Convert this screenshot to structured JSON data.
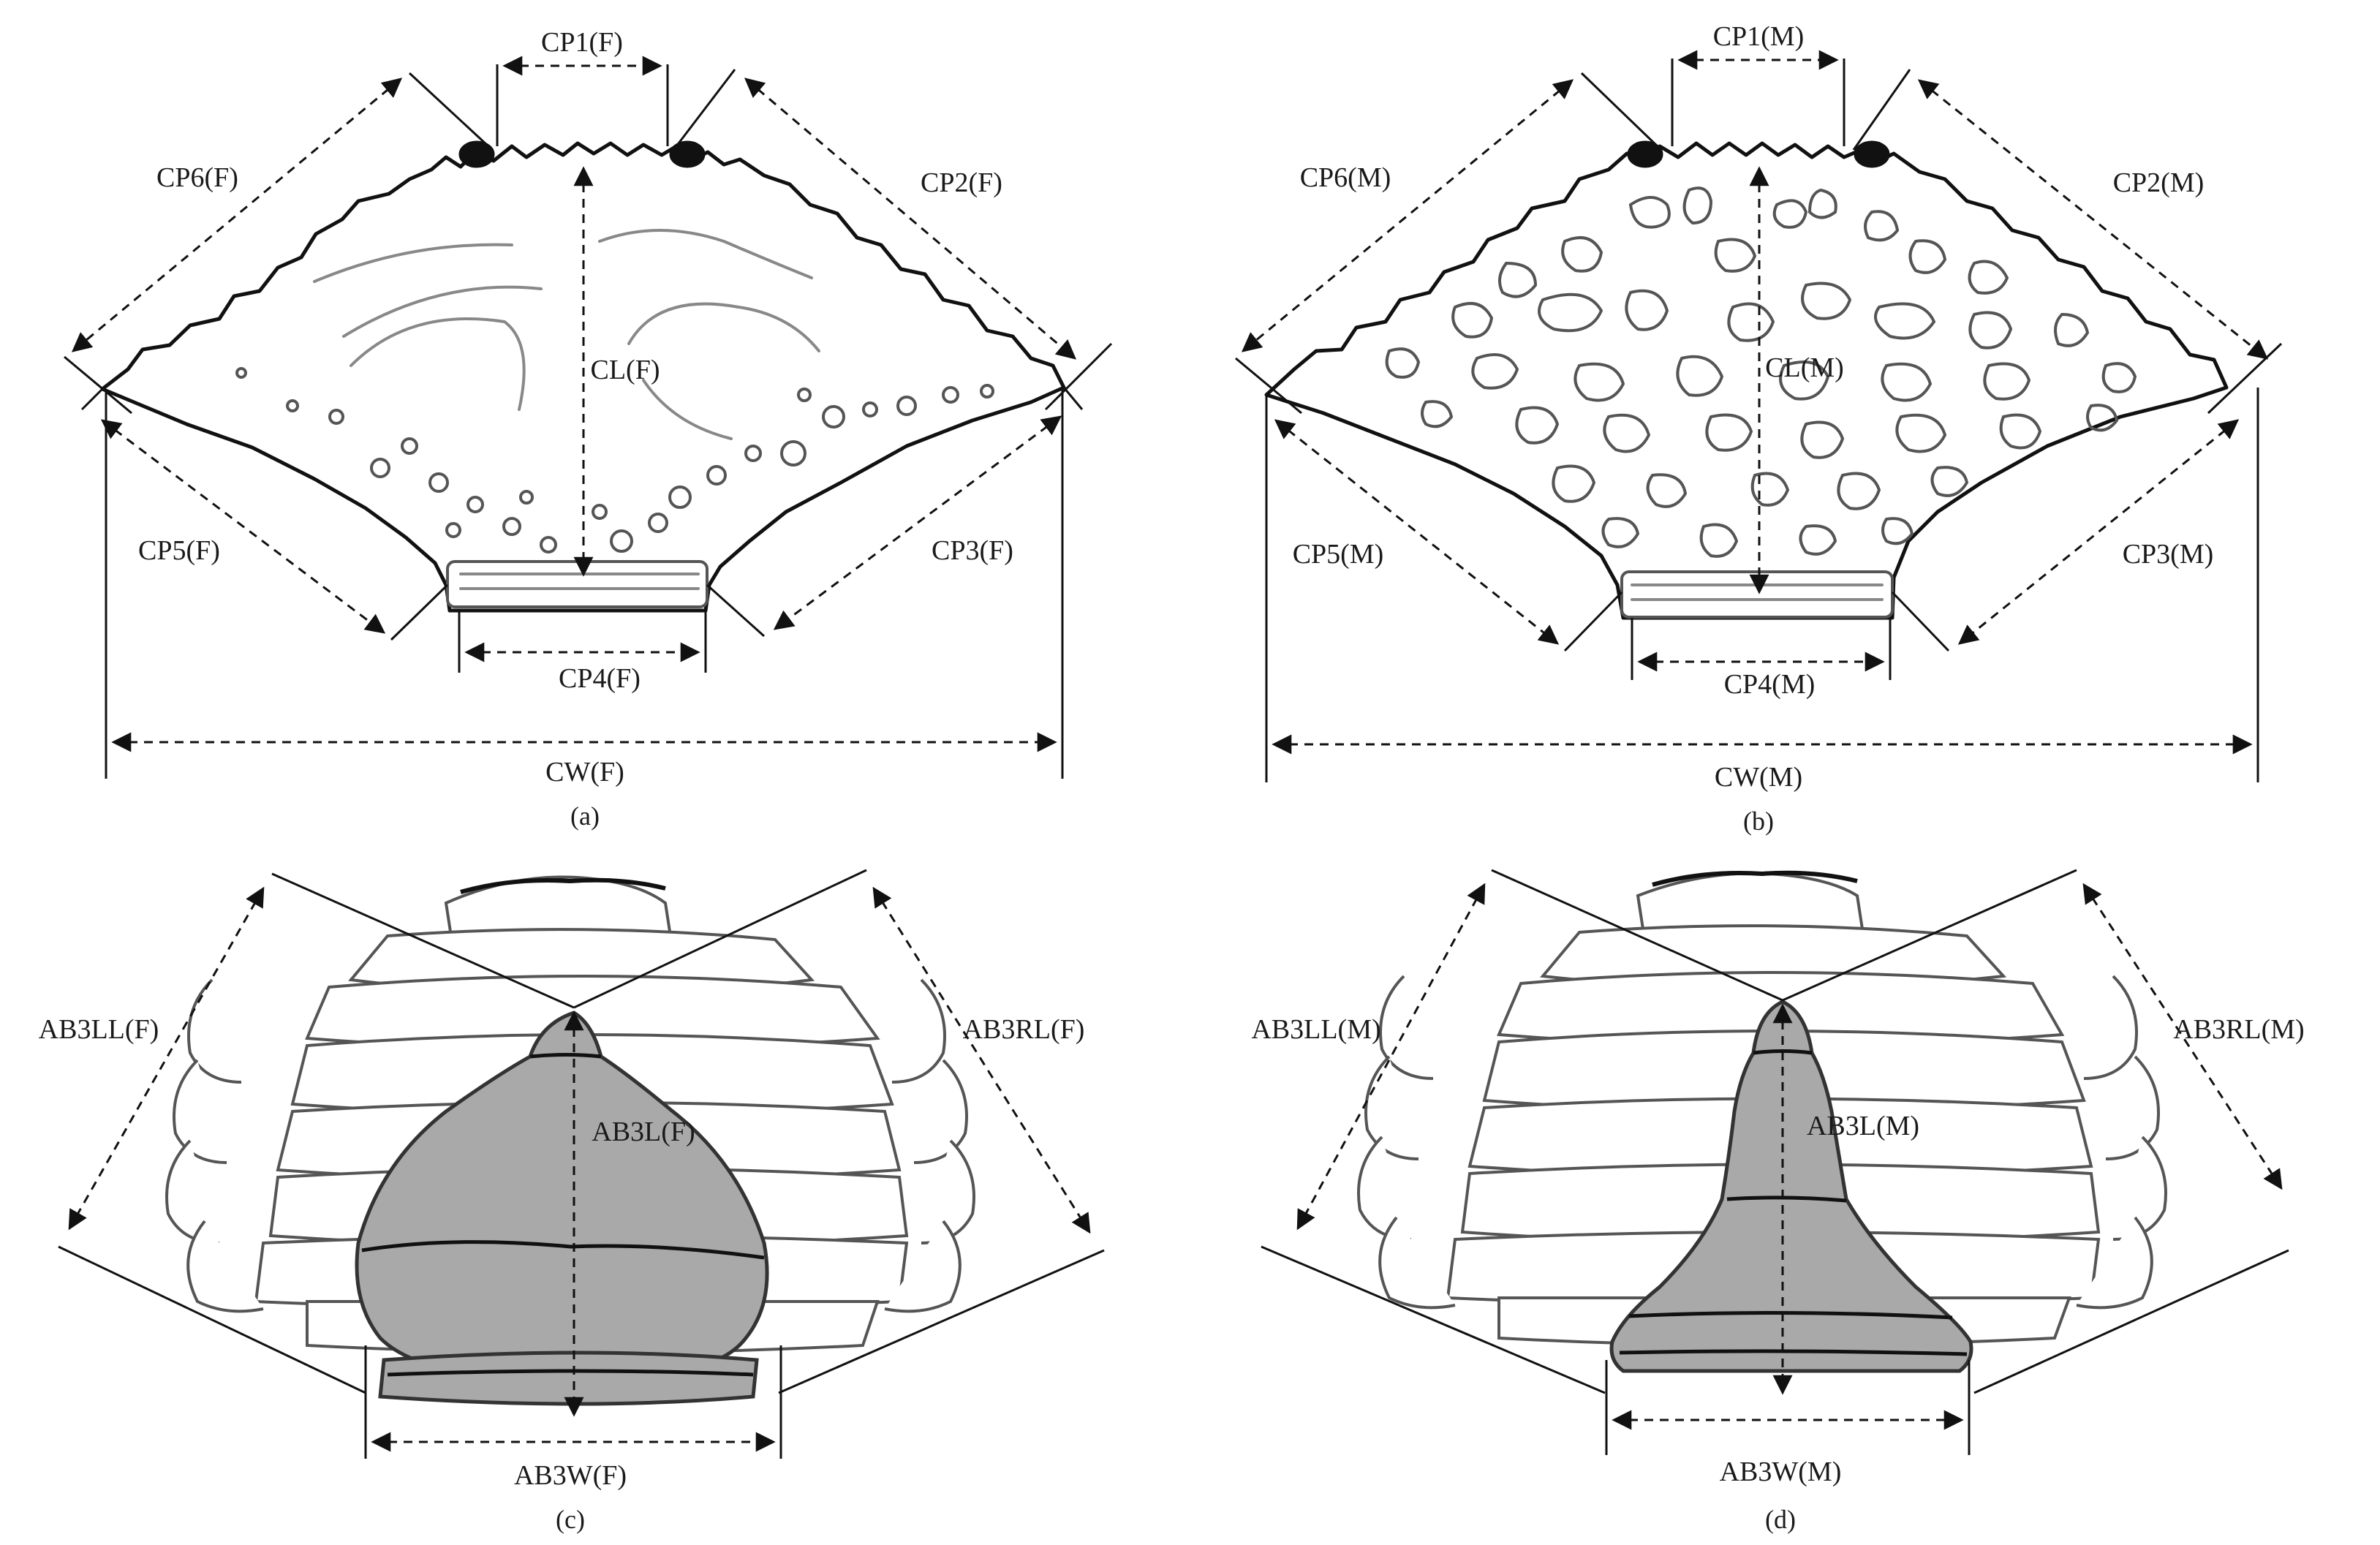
{
  "panels": {
    "a": {
      "caption": "(a)",
      "labels": {
        "cp1": "CP1(F)",
        "cp2": "CP2(F)",
        "cp3": "CP3(F)",
        "cp4": "CP4(F)",
        "cp5": "CP5(F)",
        "cp6": "CP6(F)",
        "cl": "CL(F)",
        "cw": "CW(F)"
      }
    },
    "b": {
      "caption": "(b)",
      "labels": {
        "cp1": "CP1(M)",
        "cp2": "CP2(M)",
        "cp3": "CP3(M)",
        "cp4": "CP4(M)",
        "cp5": "CP5(M)",
        "cp6": "CP6(M)",
        "cl": "CL(M)",
        "cw": "CW(M)"
      }
    },
    "c": {
      "caption": "(c)",
      "labels": {
        "ab3ll": "AB3LL(F)",
        "ab3rl": "AB3RL(F)",
        "ab3l": "AB3L(F)",
        "ab3w": "AB3W(F)"
      }
    },
    "d": {
      "caption": "(d)",
      "labels": {
        "ab3ll": "AB3LL(M)",
        "ab3rl": "AB3RL(M)",
        "ab3l": "AB3L(M)",
        "ab3w": "AB3W(M)"
      }
    }
  },
  "colors": {
    "abdomen_fill": "#a9a9a9",
    "line": "#111111",
    "pattern": "#555555"
  }
}
